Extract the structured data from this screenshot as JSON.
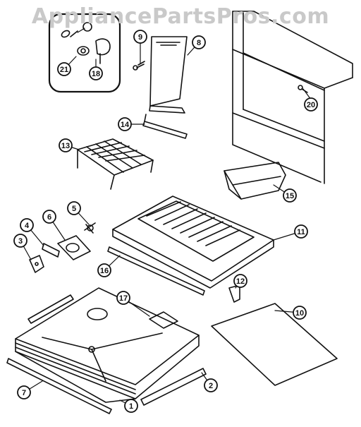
{
  "watermark": "AppliancePartsPros.com",
  "callouts": [
    "1",
    "2",
    "3",
    "4",
    "5",
    "6",
    "7",
    "8",
    "9",
    "10",
    "11",
    "12",
    "13",
    "14",
    "15",
    "16",
    "17",
    "18",
    "20",
    "21"
  ],
  "colors": {
    "ink": "#111111",
    "watermark": "#c9c9c9",
    "background": "#ffffff"
  }
}
